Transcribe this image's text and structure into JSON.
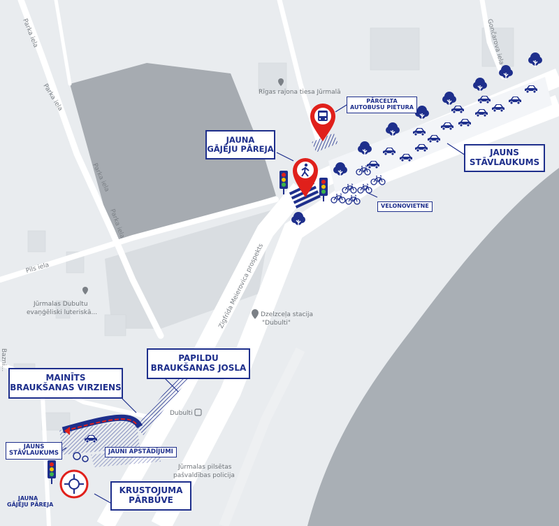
{
  "colors": {
    "background": "#e9ecef",
    "water": "#a8aeb4",
    "road": "#ffffff",
    "accent": "#1e2f8c",
    "marker_red": "#e0201b"
  },
  "streets": {
    "parka_1": "Parka iela",
    "parka_2": "Parka iela",
    "parka_3": "Parka iela",
    "parka_4": "Parka iela",
    "pils": "Pils iela",
    "goncarova": "Gončarova iela",
    "meierovica": "Zigfrīda Meierovica prospekts",
    "baznicas": "Bazni..."
  },
  "pois": {
    "court": "Rīgas rajona tiesa Jūrmalā",
    "church_1": "Jūrmalas Dubultu",
    "church_2": "evaņģēliski luteriskā...",
    "station_1": "Dzelzceļa stacija",
    "station_2": "\"Dubulti\"",
    "dubulti": "Dubulti",
    "police_1": "Jūrmalas pilsētas",
    "police_2": "pašvaldības policija"
  },
  "callouts": {
    "crossing": [
      "JAUNA",
      "GĀJĒJU PĀREJA"
    ],
    "bus_stop": [
      "PĀRCELTA",
      "AUTOBUSU PIETURA"
    ],
    "parking_big": [
      "JAUNS",
      "STĀVLAUKUMS"
    ],
    "bike": "VELONOVIETNE",
    "extra_lane": [
      "PAPILDU",
      "BRAUKŠANAS JOSLA"
    ],
    "direction": [
      "MAINĪTS",
      "BRAUKŠANAS VIRZIENS"
    ],
    "parking_small": [
      "JAUNS",
      "STĀVLAUKUMS"
    ],
    "plants": "JAUNI APSTĀDĪJUMI",
    "crossing_small": [
      "JAUNA",
      "GĀJĒJU PĀREJA"
    ],
    "intersection": [
      "KRUSTOJUMA",
      "PĀRBŪVE"
    ]
  },
  "icons": {
    "tree": "tree-icon",
    "car": "car-icon",
    "bike": "bicycle-icon",
    "traffic_light": "traffic-light-icon",
    "pedestrian_marker": "pedestrian-marker-icon",
    "bus_marker": "bus-marker-icon",
    "roundabout": "roundabout-icon",
    "flowers": "flower-icon"
  }
}
